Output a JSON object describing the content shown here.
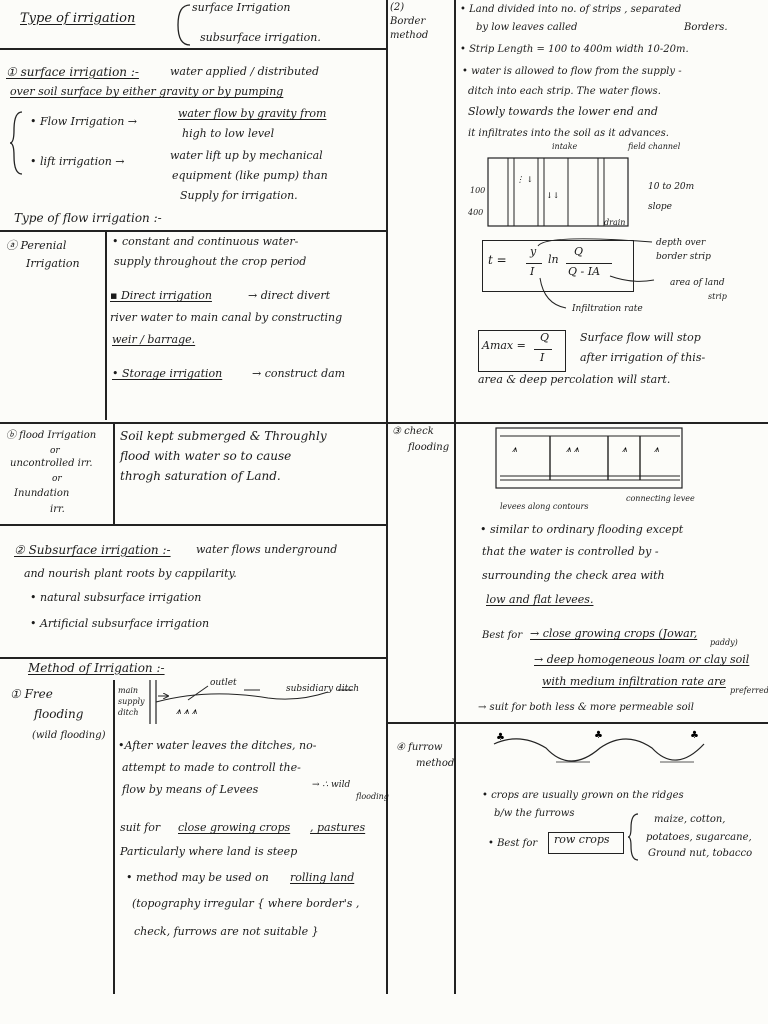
{
  "left": {
    "header": {
      "title": "Type of irrigation",
      "branch1": "surface Irrigation",
      "branch2": "subsurface irrigation."
    },
    "surface": {
      "heading": "① surface irrigation :-",
      "line1": "water applied / distributed",
      "line2": "over soil surface by either gravity or by pumping",
      "flow_label": "• Flow Irrigation →",
      "flow_desc1": "water flow by gravity from",
      "flow_desc2": "high to low level",
      "lift_label": "• lift irrigation →",
      "lift_desc1": "water lift up by mechanical",
      "lift_desc2": "equipment (like pump) than",
      "lift_desc3": "Supply for irrigation."
    },
    "flow_types_heading": "Type of flow irrigation :-",
    "perennial": {
      "label1": "ⓐ Perenial",
      "label2": "Irrigation",
      "b1_line1": "• constant and continuous water-",
      "b1_line2": "supply throughout the crop period",
      "b2_head": "▪ Direct irrigation",
      "b2_arrow": "→ direct divert",
      "b2_line2": "river water to main canal by constructing",
      "b2_line3": "weir / barrage.",
      "b3_head": "• Storage irrigation",
      "b3_rest": "→ construct dam"
    },
    "flood": {
      "l1": "ⓑ flood Irrigation",
      "l2": "or",
      "l3": "uncontrolled irr.",
      "l4": "or",
      "l5": "Inundation",
      "l6": "irr.",
      "d1": "Soil kept submerged & Throughly",
      "d2": "flood with water so to cause",
      "d3": "throgh saturation of Land."
    },
    "subsurface": {
      "heading": "② Subsurface irrigation :-",
      "line1": "water flows underground",
      "line2": "and nourish plant roots by cappilarity.",
      "b1": "• natural subsurface irrigation",
      "b2": "• Artificial subsurface irrigation"
    },
    "methods_heading": "Method of Irrigation :-",
    "free": {
      "l1": "① Free",
      "l2": "flooding",
      "l3": "(wild flooding)",
      "dia_main1": "main",
      "dia_main2": "supply",
      "dia_main3": "ditch",
      "dia_outlet": "outlet",
      "dia_sub": "subsidiary ditch",
      "p1": "•After water leaves the ditches, no-",
      "p2": "attempt to made to controll the-",
      "p3": "flow by means of Levees",
      "p3b": "→ ∴ wild",
      "p3c": "flooding",
      "p4a": "suit for",
      "p4b": "close growing crops",
      "p4c": ", pastures",
      "p5": "Particularly where land is steep",
      "p6a": "• method may be used on",
      "p6b": "rolling land",
      "p7": "(topography irregular { where border's ,",
      "p8": "check, furrows are not suitable }"
    }
  },
  "right": {
    "border": {
      "label1": "(2)",
      "label2": "Border",
      "label3": "method",
      "r1": "• Land divided into no. of strips , separated",
      "r2": "by low leaves called",
      "r2b": "Borders.",
      "r3": "• Strip Length = 100 to 400m  width 10-20m.",
      "r4": "• water is allowed to flow from the supply -",
      "r5": "ditch into each strip. The water flows.",
      "r6": "Slowly towards the lower end and",
      "r7": "it infiltrates into the soil as it advances.",
      "dia_intake": "intake",
      "dia_field": "field channel",
      "dia_len1": "100",
      "dia_len2": "400",
      "dia_w": "10 to 20m",
      "dia_slope": "slope",
      "dia_drain": "drain",
      "f_t": "t =",
      "f_y": "y",
      "f_I": "I",
      "f_ln": "ln",
      "f_Q": "Q",
      "f_den": "Q - IA",
      "f_depth1": "depth over",
      "f_depth2": "border strip",
      "f_area1": "area of land",
      "f_area2": "strip",
      "f_infil": "Infiltration rate",
      "amax_a": "Amax =",
      "amax_q": "Q",
      "amax_i": "I",
      "amax_n1": "Surface flow will stop",
      "amax_n2": "after irrigation of this-",
      "amax_n3": "area & deep percolation will start."
    },
    "check": {
      "label1": "③ check",
      "label2": "flooding",
      "dia_levee1": "levees along contours",
      "dia_levee2": "connecting levee",
      "r1": "• similar to ordinary flooding except",
      "r2": "that the water is controlled by -",
      "r3": "surrounding the check area with",
      "r4": "low and flat levees.",
      "best_for": "Best for",
      "best1": "→ close growing crops (Jowar,",
      "best1b": "paddy)",
      "best2": "→ deep homogeneous loam or clay soil",
      "best3": "with medium infiltration rate are",
      "best3b": "preferred",
      "suit": "→ suit for both less & more permeable soil"
    },
    "furrow": {
      "label1": "④ furrow",
      "label2": "method",
      "r1": "• crops are usually grown on the ridges",
      "r2": "b/w the furrows",
      "best_a": "• Best for",
      "best_box": "row crops",
      "crops1": "maize, cotton,",
      "crops2": "potatoes, sugarcane,",
      "crops3": "Ground nut, tobacco"
    }
  }
}
